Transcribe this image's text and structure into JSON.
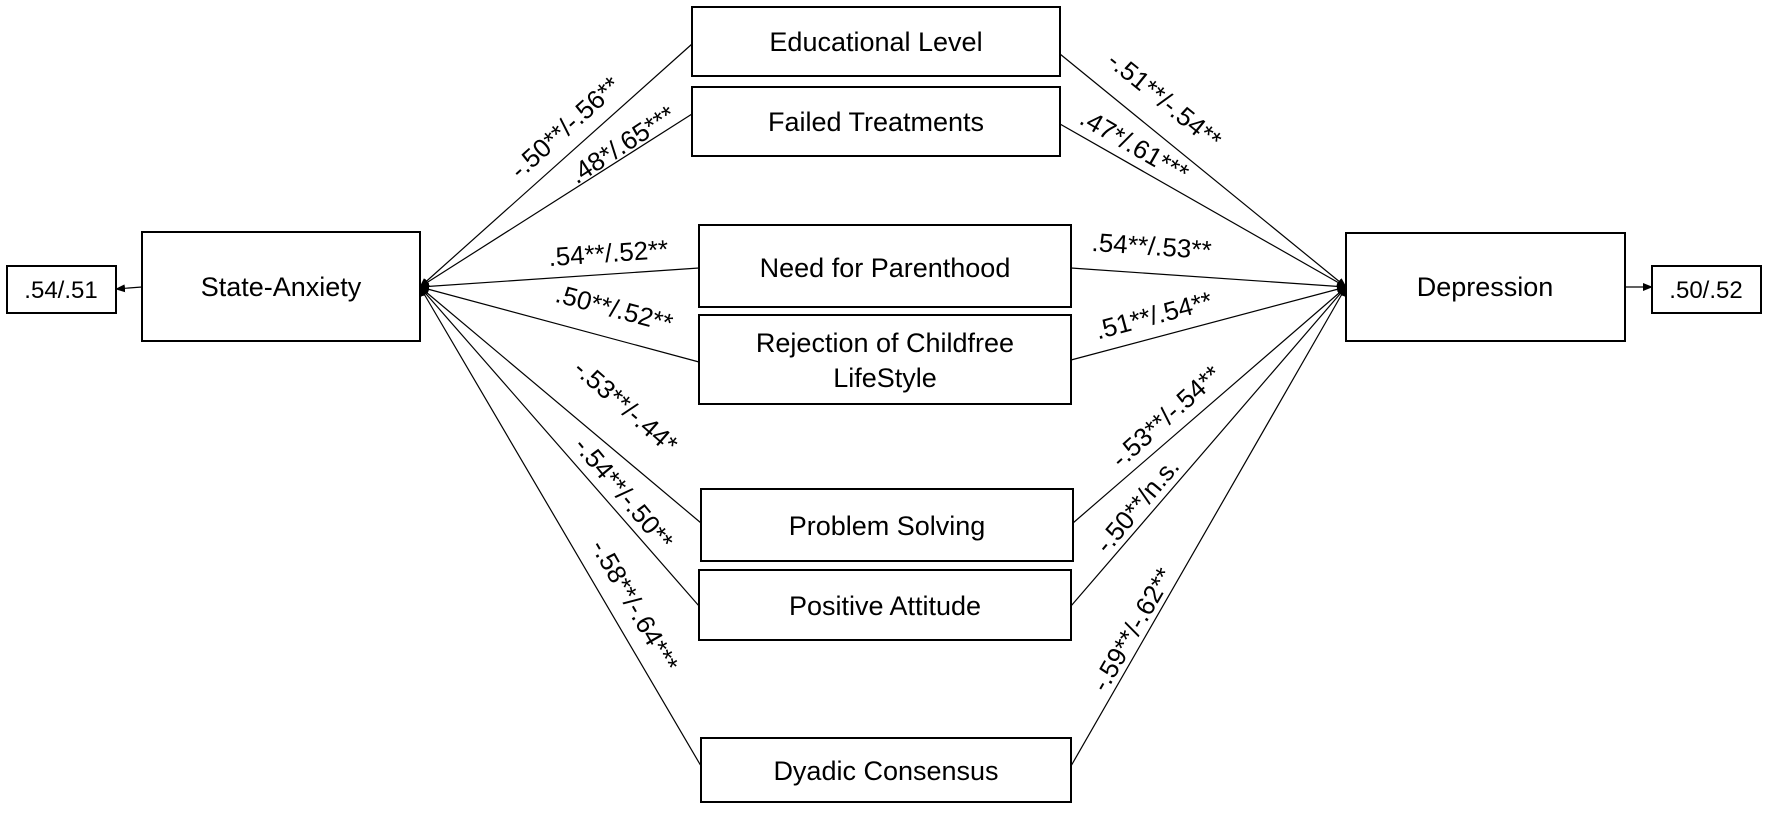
{
  "colors": {
    "background": "#ffffff",
    "ink": "#000000"
  },
  "nodes": {
    "state_anxiety": "State-Anxiety",
    "depression": "Depression",
    "educational_level": "Educational Level",
    "failed_treatments": "Failed Treatments",
    "need_for_parenthood": "Need for Parenthood",
    "rejection_line1": "Rejection of Childfree",
    "rejection_line2": "LifeStyle",
    "problem_solving": "Problem Solving",
    "positive_attitude": "Positive Attitude",
    "dyadic_consensus": "Dyadic Consensus"
  },
  "residuals": {
    "state_anxiety": ".54/.51",
    "depression": ".50/.52"
  },
  "paths_to_state_anxiety": {
    "educational_level": "-.50**/-.56**",
    "failed_treatments": ".48*/.65***",
    "need_for_parenthood": ".54**/.52**",
    "rejection": ".50**/.52**",
    "problem_solving": "-.53**/-.44*",
    "positive_attitude": "-.54**/-.50**",
    "dyadic_consensus": "-.58**/-.64***"
  },
  "paths_to_depression": {
    "educational_level": "-.51**/-.54**",
    "failed_treatments": ".47*/.61***",
    "need_for_parenthood": ".54**/.53**",
    "rejection": ".51**/.54**",
    "problem_solving": "-.53**/-.54**",
    "positive_attitude": "-.50**/n.s.",
    "dyadic_consensus": "-.59**/-.62**"
  }
}
